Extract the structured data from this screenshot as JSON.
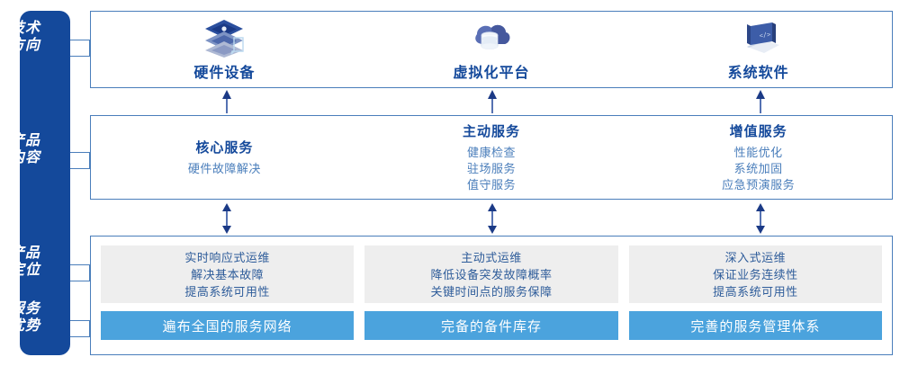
{
  "theme": {
    "sidebar_bg": "#14499b",
    "panel_border": "#4a7ebb",
    "title_blue": "#14499b",
    "body_blue": "#4a7ebb",
    "gray_box": "#eeeeee",
    "bar_blue": "#4ba3dd",
    "white": "#ffffff"
  },
  "sidebar": {
    "items": [
      {
        "id": "tech-direction",
        "line1": "技术",
        "line2": "方向"
      },
      {
        "id": "product-content",
        "line1": "产品",
        "line2": "内容"
      },
      {
        "id": "product-position",
        "line1": "产品",
        "line2": "定位"
      },
      {
        "id": "service-advantage",
        "line1": "服务",
        "line2": "优势"
      }
    ]
  },
  "tech_panel": {
    "columns": [
      {
        "icon": "server-stack-icon",
        "label": "硬件设备"
      },
      {
        "icon": "cloud-database-icon",
        "label": "虚拟化平台"
      },
      {
        "icon": "laptop-code-icon",
        "label": "系统软件"
      }
    ]
  },
  "content_panel": {
    "columns": [
      {
        "title": "核心服务",
        "items": [
          "硬件故障解决"
        ]
      },
      {
        "title": "主动服务",
        "items": [
          "健康检查",
          "驻场服务",
          "值守服务"
        ]
      },
      {
        "title": "增值服务",
        "items": [
          "性能优化",
          "系统加固",
          "应急预演服务"
        ]
      }
    ]
  },
  "position_panel": {
    "boxes": [
      {
        "lines": [
          "实时响应式运维",
          "解决基本故障",
          "提高系统可用性"
        ]
      },
      {
        "lines": [
          "主动式运维",
          "降低设备突发故障概率",
          "关键时间点的服务保障"
        ]
      },
      {
        "lines": [
          "深入式运维",
          "保证业务连续性",
          "提高系统可用性"
        ]
      }
    ],
    "bars": [
      {
        "label": "遍布全国的服务网络"
      },
      {
        "label": "完备的备件库存"
      },
      {
        "label": "完善的服务管理体系"
      }
    ]
  },
  "arrows": {
    "tech_to_content": [
      "up",
      "up",
      "up"
    ],
    "content_to_position": [
      "up-down",
      "up-down",
      "up-down"
    ]
  }
}
